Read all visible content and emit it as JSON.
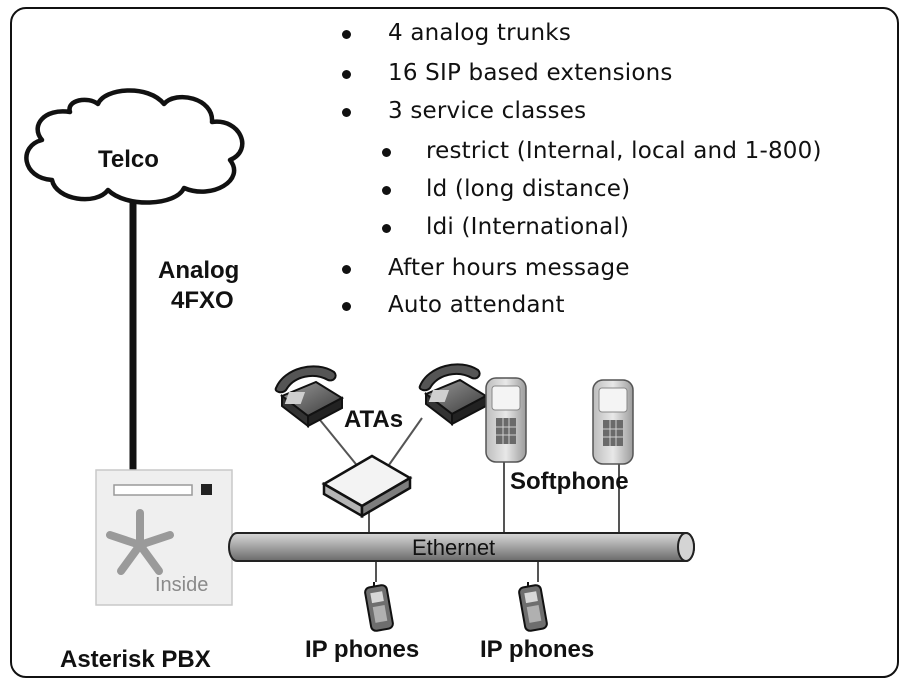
{
  "features": [
    {
      "text": "4 analog trunks",
      "level": 1
    },
    {
      "text": "16 SIP based extensions",
      "level": 1
    },
    {
      "text": "3 service classes",
      "level": 1
    },
    {
      "text": "restrict (Internal, local and 1-800)",
      "level": 2
    },
    {
      "text": "ld (long distance)",
      "level": 2
    },
    {
      "text": "ldi (International)",
      "level": 2
    },
    {
      "text": "After hours message",
      "level": 1
    },
    {
      "text": "Auto attendant",
      "level": 1
    }
  ],
  "labels": {
    "telco": "Telco",
    "link_line1": "Analog",
    "link_line2": "4FXO",
    "atas": "ATAs",
    "softphone": "Softphone",
    "ethernet": "Ethernet",
    "pbx_logo_text": "Inside",
    "pbx": "Asterisk PBX",
    "ip_phones_1": "IP phones",
    "ip_phones_2": "IP phones"
  }
}
